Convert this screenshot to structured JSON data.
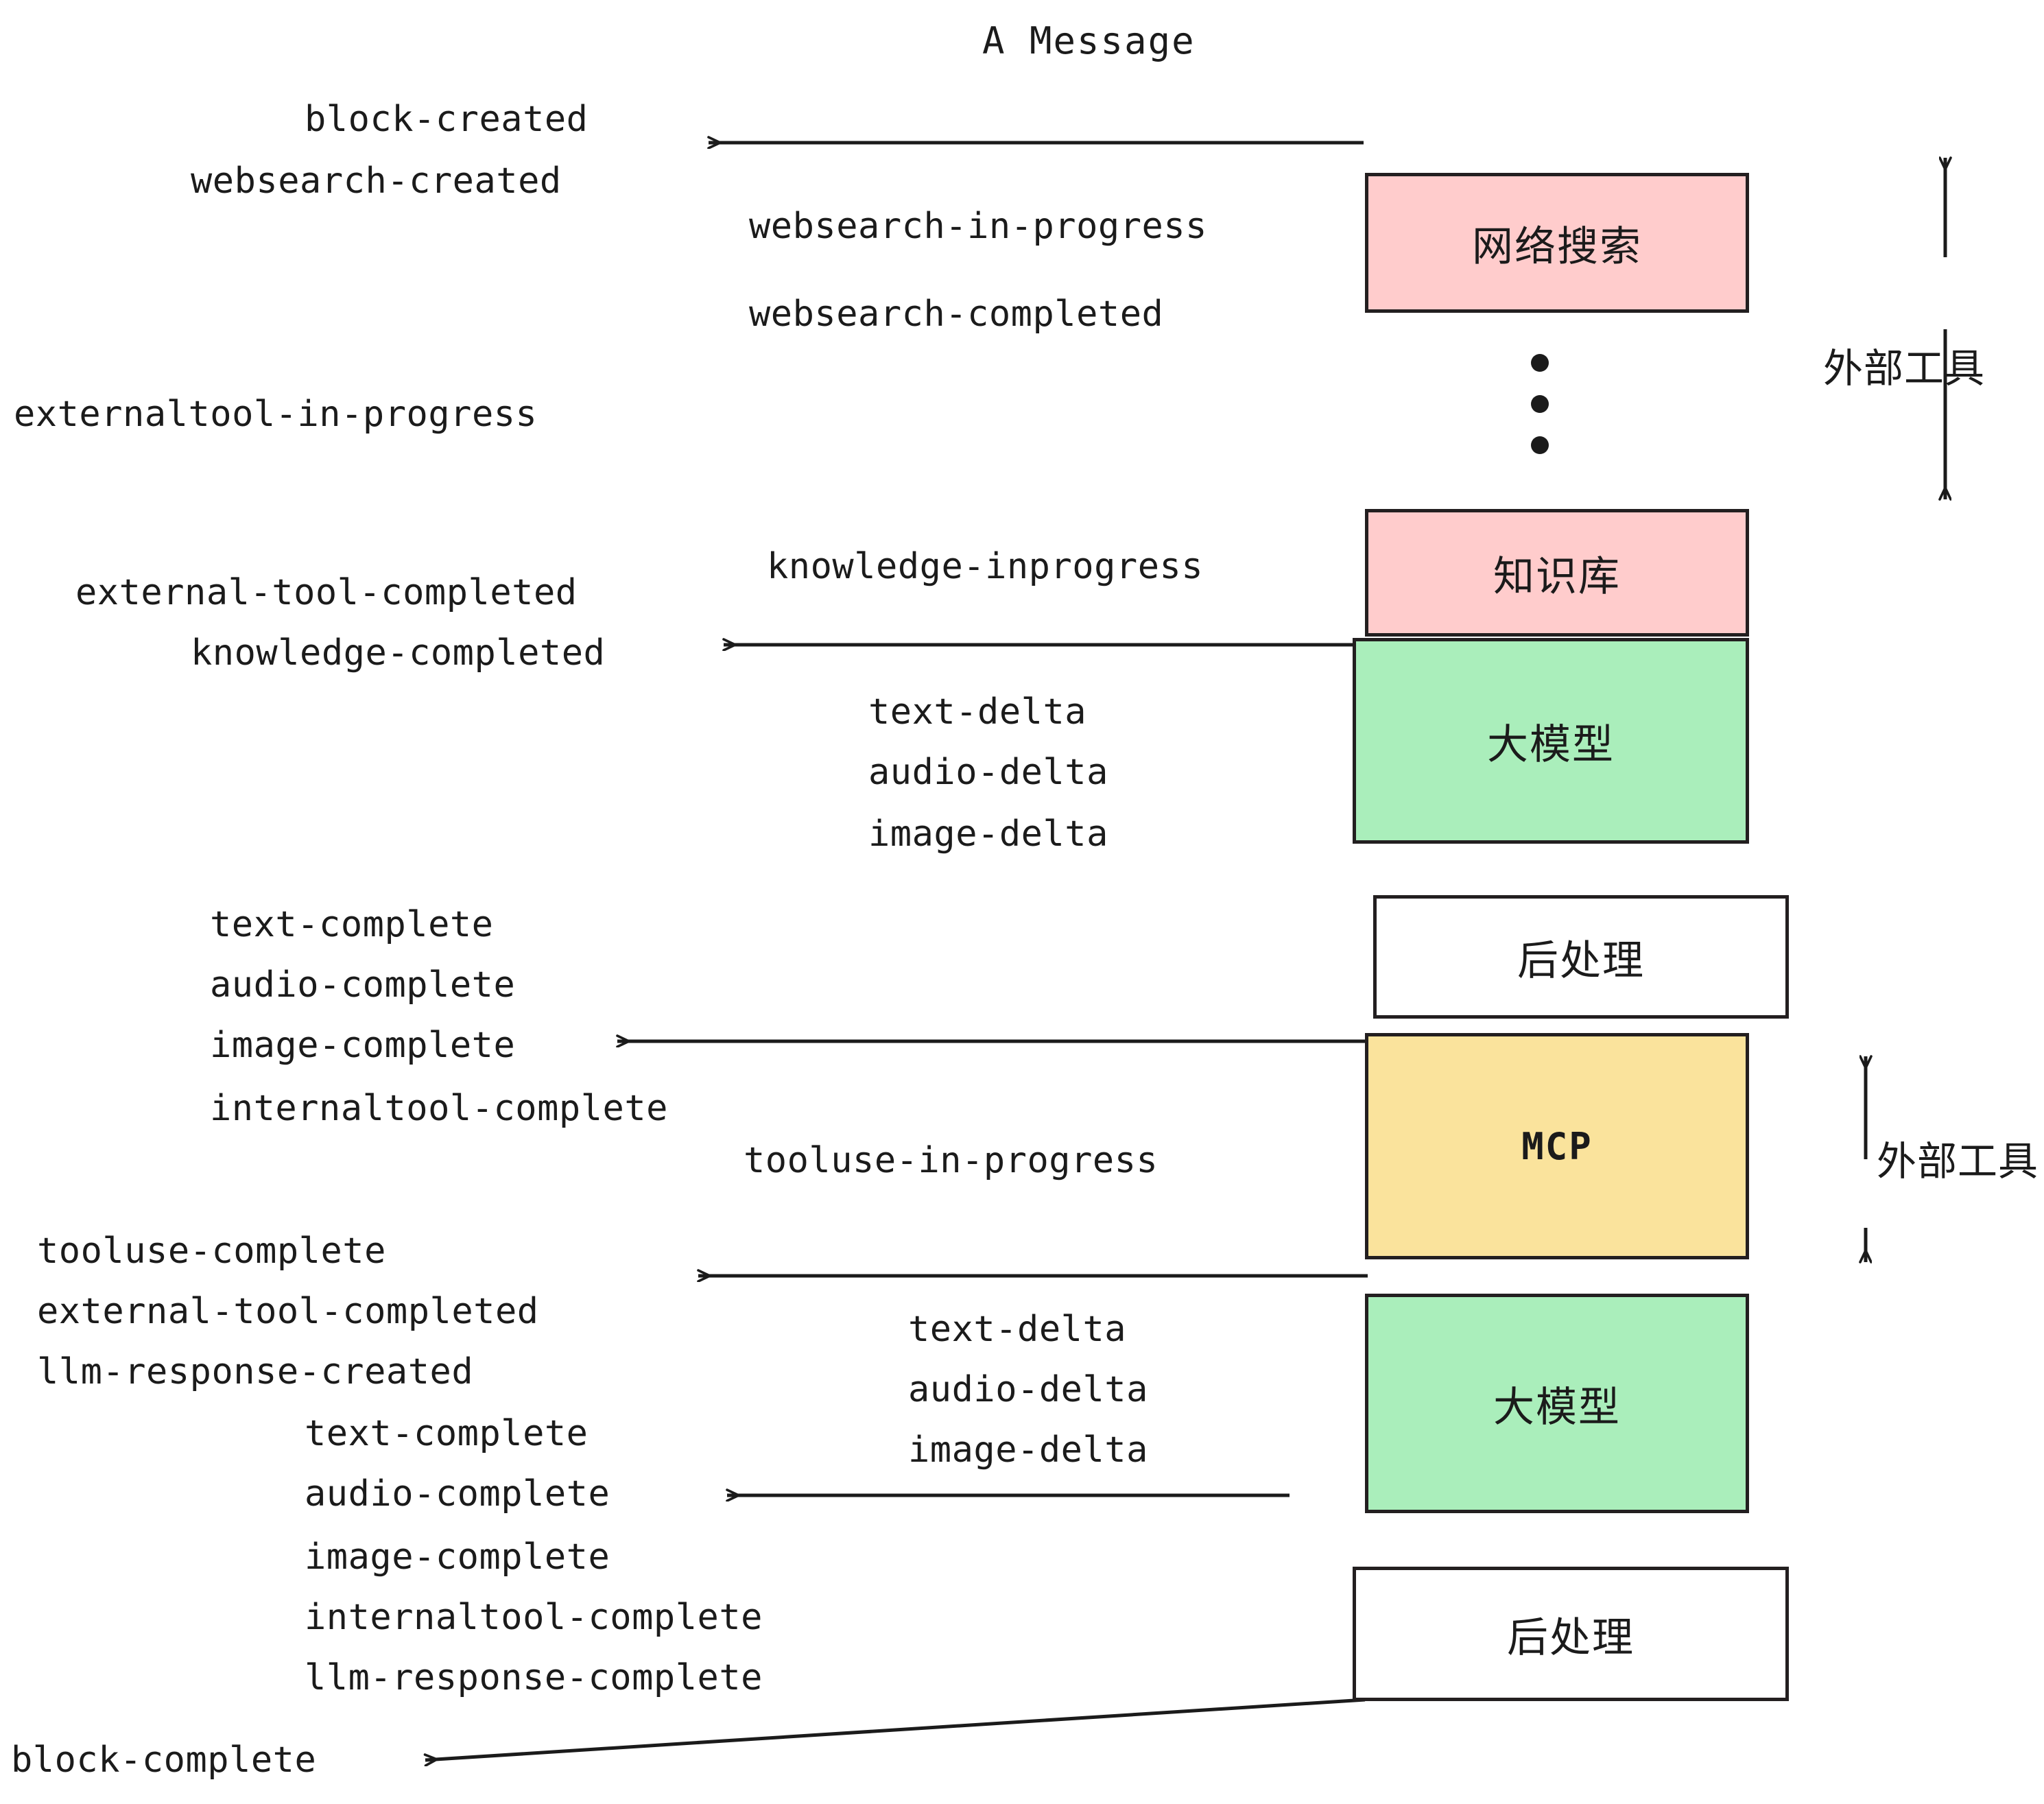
{
  "title": "A Message",
  "colors": {
    "pink": "#FFCCCC",
    "green": "#AAEEBB",
    "yellow": "#FAE39C",
    "white": "#FFFFFF",
    "stroke": "#231F20",
    "text": "#1B1B1B",
    "background": "#FFFFFF"
  },
  "nodes": [
    {
      "label": "网络搜索",
      "fill": "pink"
    },
    {
      "label": "知识库",
      "fill": "pink"
    },
    {
      "label": "大模型",
      "fill": "green"
    },
    {
      "label": "后处理",
      "fill": "white"
    },
    {
      "label": "MCP",
      "fill": "yellow"
    },
    {
      "label": "大模型",
      "fill": "green"
    },
    {
      "label": "后处理",
      "fill": "white"
    }
  ],
  "side_labels": [
    {
      "text": "外部工具"
    },
    {
      "text": "外部工具"
    }
  ],
  "events": [
    {
      "text": "block-created"
    },
    {
      "text": "websearch-created"
    },
    {
      "text": "websearch-in-progress"
    },
    {
      "text": "websearch-completed"
    },
    {
      "text": "externaltool-in-progress"
    },
    {
      "text": "knowledge-inprogress"
    },
    {
      "text": "external-tool-completed"
    },
    {
      "text": "knowledge-completed"
    },
    {
      "text": "text-delta"
    },
    {
      "text": "audio-delta"
    },
    {
      "text": "image-delta"
    },
    {
      "text": "text-complete"
    },
    {
      "text": "audio-complete"
    },
    {
      "text": "image-complete"
    },
    {
      "text": "internaltool-complete"
    },
    {
      "text": "tooluse-in-progress"
    },
    {
      "text": "tooluse-complete"
    },
    {
      "text": "external-tool-completed"
    },
    {
      "text": "llm-response-created"
    },
    {
      "text": "text-complete"
    },
    {
      "text": "audio-complete"
    },
    {
      "text": "image-complete"
    },
    {
      "text": "internaltool-complete"
    },
    {
      "text": "llm-response-complete"
    },
    {
      "text": "text-delta"
    },
    {
      "text": "audio-delta"
    },
    {
      "text": "image-delta"
    },
    {
      "text": "block-complete"
    }
  ]
}
